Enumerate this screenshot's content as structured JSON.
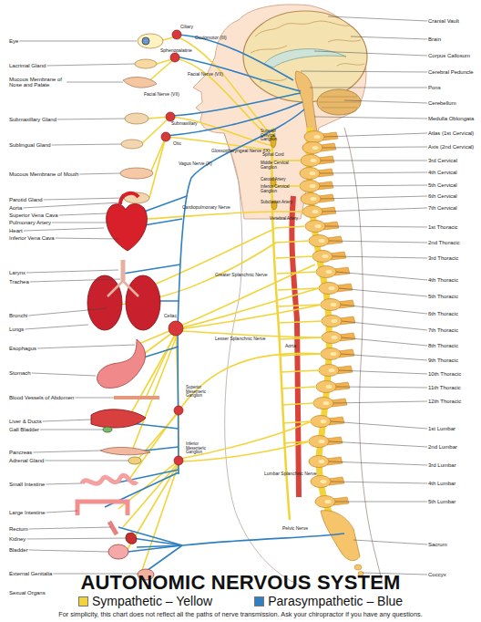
{
  "diagram": {
    "title": "AUTONOMIC NERVOUS SYSTEM",
    "caption": "For simplicity, this chart does not reflect all the paths of nerve transmission. Ask your chiropractor if you have any questions.",
    "labels": [
      "Eye",
      "Lacrimal Gland",
      "Mucous Membrane of Nose and Palate",
      "Submaxillary Gland",
      "Sublingual Gland",
      "Mucous Membrane of Mouth",
      "Parotid Gland",
      "Aorta",
      "Superior Vena Cava",
      "Pulmonary Artery",
      "Heart",
      "Inferior Vena Cava",
      "Larynx",
      "Trachea",
      "Bronchi",
      "Lungs",
      "Esophagus",
      "Stomach",
      "Blood Vessels of Abdomen",
      "Liver & Ducts",
      "Gall Bladder",
      "Pancreas",
      "Adrenal Gland",
      "Small Intestine",
      "Large Intestine",
      "Rectum",
      "Kidney",
      "Bladder",
      "External Genitalia",
      "Sexual Organs",
      "Ciliary",
      "Oculomotor (III)",
      "Sphenopalatine",
      "Facial Nerve (VII)",
      "Facial Nerve (VII)",
      "Submaxillary",
      "Otic",
      "Glossopharyngeal Nerve (IX)",
      "Vagus Nerve (X)",
      "Superior Cervical Ganglion",
      "Spinal Cord",
      "Middle Cervical Ganglion",
      "Carotid Artery",
      "Inferior Cervical Ganglion",
      "Subclavian Artery",
      "Vertebral Artery",
      "Cardiopulmonary Nerve",
      "Greater Splanchnic Nerve",
      "Lesser Splanchnic Nerve",
      "Aorta",
      "Celiac",
      "Superior Mesenteric Ganglion",
      "Inferior Mesenteric Ganglion",
      "Lumbar Splanchnic Nerve",
      "Pelvic Nerve",
      "Cranial Vault",
      "Brain",
      "Corpus Callosum",
      "Cerebral Peduncle",
      "Pons",
      "Cerebellum",
      "Medulla Oblongata",
      "Atlas (1st Cervical)",
      "Axis (2nd Cervical)",
      "3rd Cervical",
      "4th Cervical",
      "5th Cervical",
      "6th Cervical",
      "7th Cervical",
      "1st Thoracic",
      "2nd Thoracic",
      "3rd Thoracic",
      "4th Thoracic",
      "5th Thoracic",
      "6th Thoracic",
      "7th Thoracic",
      "8th Thoracic",
      "9th Thoracic",
      "10th Thoracic",
      "11th Thoracic",
      "12th Thoracic",
      "1st Lumbar",
      "2nd Lumbar",
      "3rd Lumbar",
      "4th Lumbar",
      "5th Lumbar",
      "Sacrum",
      "Coccyx"
    ],
    "legend": [
      {
        "text": "Sympathetic – Yellow",
        "color": "#f2d43a"
      },
      {
        "text": "Parasympathetic – Blue",
        "color": "#2f7fc1"
      }
    ]
  }
}
